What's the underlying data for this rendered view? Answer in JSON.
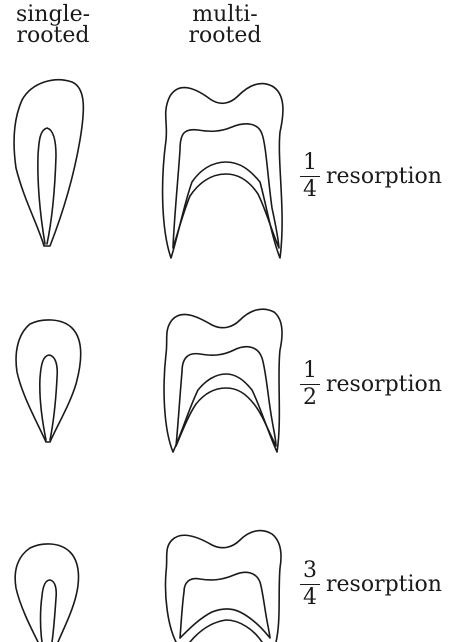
{
  "headers": {
    "single": [
      "single-",
      "rooted"
    ],
    "multi": [
      "multi-",
      "rooted"
    ]
  },
  "stages": [
    {
      "numerator": "1",
      "denominator": "4",
      "word": "resorption"
    },
    {
      "numerator": "1",
      "denominator": "2",
      "word": "resorption"
    },
    {
      "numerator": "3",
      "denominator": "4",
      "word": "resorption"
    }
  ],
  "colors": {
    "line": "#1a1a1a",
    "background": "#ffffff"
  }
}
